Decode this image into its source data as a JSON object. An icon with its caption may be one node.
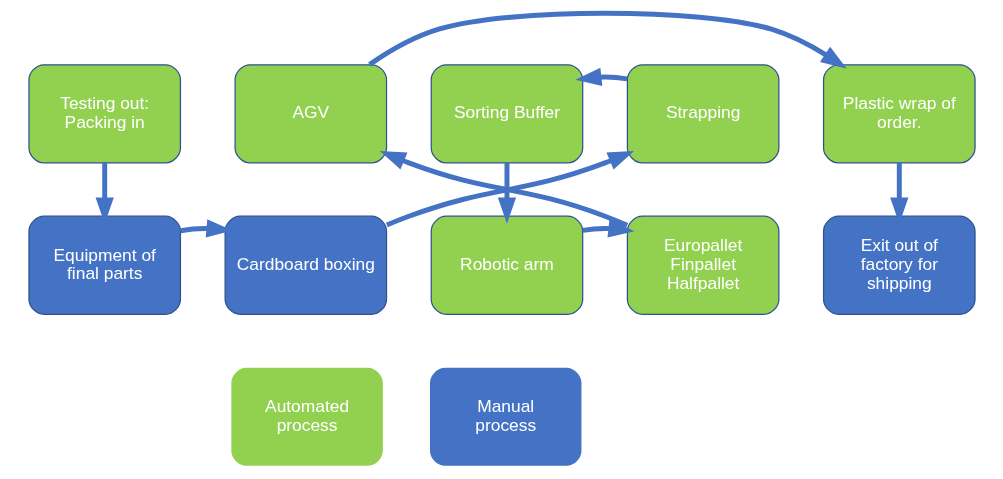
{
  "diagram": {
    "nodes": [
      {
        "text": [
          "Testing out: Packing in"
        ]
      },
      {
        "text": [
          "Equipment of final parts"
        ]
      },
      {
        "text": [
          "Cardboard boxing"
        ]
      },
      {
        "text": [
          "Strapping"
        ]
      },
      {
        "text": [
          "Sorting Buffer"
        ]
      },
      {
        "text": [
          "Robotic arm"
        ]
      },
      {
        "text": [
          "Europallet Finpallet Halfpallet"
        ]
      },
      {
        "text": [
          "AGV"
        ]
      },
      {
        "text": [
          "Plastic wrap of order."
        ]
      },
      {
        "text": [
          "Exit out of factory for shipping"
        ]
      }
    ],
    "edges": [
      {
        "from": 0,
        "to": 1,
        "arrow": "to"
      },
      {
        "from": 1,
        "to": 2,
        "arrow": "to"
      },
      {
        "from": 2,
        "to": 3,
        "arrow": "to"
      },
      {
        "from": 3,
        "to": 4,
        "arrow": "to"
      },
      {
        "from": 4,
        "to": 5,
        "arrow": "to"
      },
      {
        "from": 5,
        "to": 6,
        "arrow": "to"
      },
      {
        "from": 6,
        "to": 7,
        "arrow": "to"
      },
      {
        "from": 7,
        "to": 8,
        "arrow": "to"
      },
      {
        "from": 8,
        "to": 9,
        "arrow": "to"
      }
    ],
    "legend": [
      {
        "text": "Automated process",
        "color": "#92d050"
      },
      {
        "text": "Manual process",
        "color": "#4472c4"
      }
    ]
  }
}
